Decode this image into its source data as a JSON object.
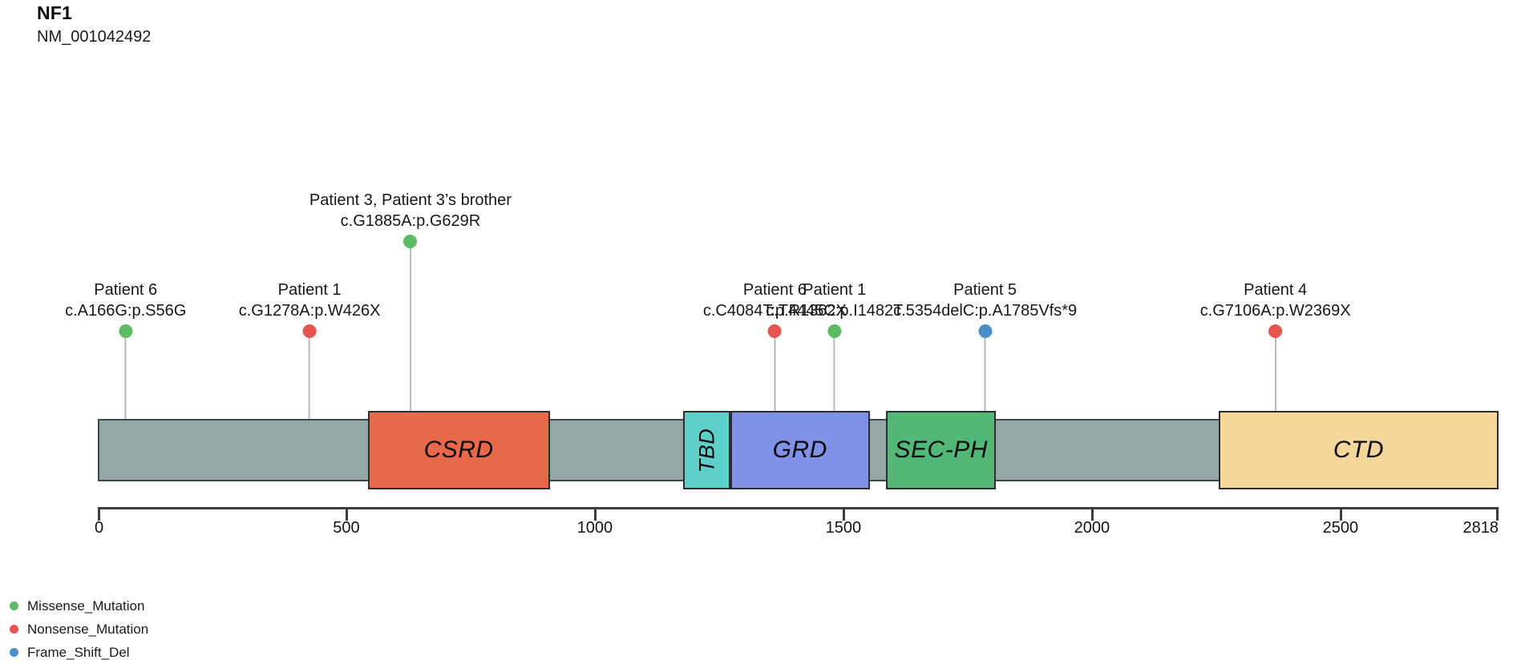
{
  "header": {
    "gene": "NF1",
    "transcript": "NM_001042492"
  },
  "chart_data": {
    "type": "lollipop",
    "title": "NF1",
    "subtitle": "NM_001042492",
    "xlabel": "",
    "ylabel": "",
    "xlim": [
      0,
      2818
    ],
    "protein_length": 2818,
    "grid": false,
    "legend_position": "bottom-left",
    "axis_ticks": [
      {
        "value": 0,
        "label": "0"
      },
      {
        "value": 500,
        "label": "500"
      },
      {
        "value": 1000,
        "label": "1000"
      },
      {
        "value": 1500,
        "label": "1500"
      },
      {
        "value": 2000,
        "label": "2000"
      },
      {
        "value": 2500,
        "label": "2500"
      },
      {
        "value": 2818,
        "label": "2818"
      }
    ],
    "domains": [
      {
        "name": "CSRD",
        "start": 543,
        "end": 909,
        "color": "#E8694A",
        "orientation": "horizontal"
      },
      {
        "name": "TBD",
        "start": 1178,
        "end": 1272,
        "color": "#5ECFC9",
        "orientation": "vertical"
      },
      {
        "name": "GRD",
        "start": 1272,
        "end": 1553,
        "color": "#8091E8",
        "orientation": "horizontal"
      },
      {
        "name": "SEC-PH",
        "start": 1586,
        "end": 1807,
        "color": "#52B877",
        "orientation": "horizontal"
      },
      {
        "name": "CTD",
        "start": 2255,
        "end": 2818,
        "color": "#F5D79B",
        "orientation": "horizontal"
      }
    ],
    "backbone_color": "#93A8A4",
    "mutations": [
      {
        "label_line1": "Patient 6",
        "label_line2": "c.A166G:p.S56G",
        "position": 56,
        "type": "Missense_Mutation",
        "color": "#5DBB63",
        "stem_height": 110,
        "label_offset_x": 0
      },
      {
        "label_line1": "Patient 1",
        "label_line2": "c.G1278A:p.W426X",
        "position": 426,
        "type": "Nonsense_Mutation",
        "color": "#E8544F",
        "stem_height": 110,
        "label_offset_x": 0
      },
      {
        "label_line1": "Patient 3, Patient 3’s brother",
        "label_line2": "c.G1885A:p.G629R",
        "position": 629,
        "type": "Missense_Mutation",
        "color": "#5DBB63",
        "stem_height": 222,
        "label_offset_x": 0
      },
      {
        "label_line1": "Patient 6",
        "label_line2": "c.C4084T:p.R1362X",
        "position": 1362,
        "type": "Nonsense_Mutation",
        "color": "#E8544F",
        "stem_height": 110,
        "label_offset_x": 0
      },
      {
        "label_line1": "Patient 1",
        "label_line2": "c.T4445C:p.I1482T",
        "position": 1482,
        "type": "Missense_Mutation",
        "color": "#5DBB63",
        "stem_height": 110,
        "label_offset_x": 0
      },
      {
        "label_line1": "Patient 5",
        "label_line2": "c.5354delC:p.A1785Vfs*9",
        "position": 1785,
        "type": "Frame_Shift_Del",
        "color": "#4A90C4",
        "stem_height": 110,
        "label_offset_x": 0
      },
      {
        "label_line1": "Patient 4",
        "label_line2": "c.G7106A:p.W2369X",
        "position": 2369,
        "type": "Nonsense_Mutation",
        "color": "#E8544F",
        "stem_height": 110,
        "label_offset_x": 0
      }
    ],
    "legend": [
      {
        "label": "Missense_Mutation",
        "color": "#5DBB63"
      },
      {
        "label": "Nonsense_Mutation",
        "color": "#E8544F"
      },
      {
        "label": "Frame_Shift_Del",
        "color": "#4A90C4"
      }
    ]
  }
}
